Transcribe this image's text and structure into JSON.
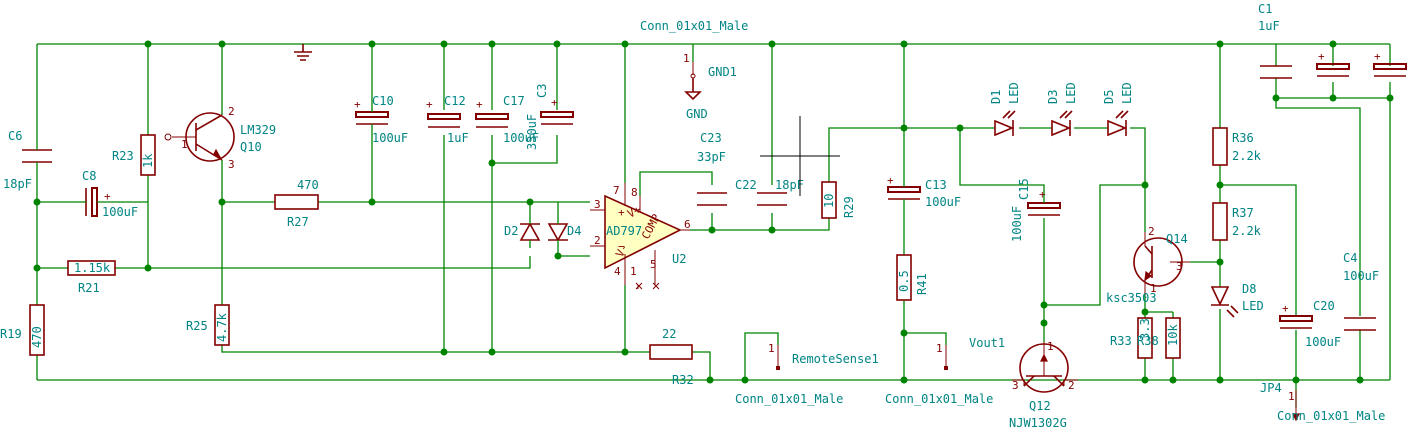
{
  "labels": {
    "conn_top": "Conn_01x01_Male",
    "gnd1": "GND1",
    "gnd": "GND",
    "c1_ref": "C1",
    "c1_val": "1uF",
    "c6_ref": "C6",
    "c6_val": "18pF",
    "c8_ref": "C8",
    "c8_val": "100uF",
    "r23_ref": "R23",
    "r23_val": "1k",
    "q10_ref": "Q10",
    "q10_val": "LM329",
    "r27_ref": "R27",
    "r27_val": "470",
    "c10_ref": "C10",
    "c10_val": "100uF",
    "c12_ref": "C12",
    "c12_val": "1uF",
    "c17_ref": "C17",
    "c17_val": "100uF",
    "c3_ref": "C3",
    "c3_val": "330uF",
    "d2_ref": "D2",
    "d4_ref": "D4",
    "u2_ref": "U2",
    "u2_val": "AD797",
    "c23_ref": "C23",
    "c23_val": "33pF",
    "c22_ref": "C22",
    "c22_val": "18pF",
    "r29_ref": "R29",
    "r29_val": "10",
    "c13_ref": "C13",
    "c13_val": "100uF",
    "r41_ref": "R41",
    "r41_val": "0.5",
    "d1_ref": "D1",
    "d3_ref": "D3",
    "d5_ref": "D5",
    "led": "LED",
    "c15_ref": "C15",
    "c15_val": "100uF",
    "q14_ref": "Q14",
    "q14_val": "ksc3503",
    "r36_ref": "R36",
    "r36_val": "2.2k",
    "r37_ref": "R37",
    "r37_val": "2.2k",
    "d8_ref": "D8",
    "d8_val": "LED",
    "c4_ref": "C4",
    "c4_val": "100uF",
    "c20_ref": "C20",
    "c20_val": "100uF",
    "r21_ref": "R21",
    "r21_val": "1.15k",
    "r19_ref": "R19",
    "r19_val": "470",
    "r25_ref": "R25",
    "r25_val": "4.7k",
    "r32_ref": "R32",
    "r32_val": "22",
    "remotesense": "RemoteSense1",
    "conn_rs": "Conn_01x01_Male",
    "vout": "Vout1",
    "conn_vout": "Conn_01x01_Male",
    "q12_ref": "Q12",
    "q12_val": "NJW1302G",
    "r33_ref": "R33",
    "r33_val": "3.3",
    "r38_ref": "R38",
    "r38_val": "10k",
    "jp4_ref": "JP4",
    "conn_jp4": "Conn_01x01_Male"
  },
  "pins": {
    "q10_1": "1",
    "q10_2": "2",
    "q10_3": "3",
    "u2_1": "1",
    "u2_2": "2",
    "u2_3": "3",
    "u2_4": "4",
    "u2_5": "5",
    "u2_6": "6",
    "u2_7": "7",
    "u2_8": "8",
    "gnd_1": "1",
    "rs_1": "1",
    "vout_1": "1",
    "jp4_1": "1",
    "q12_1": "1",
    "q12_2": "2",
    "q12_3": "3",
    "q14_1": "1",
    "q14_2": "2",
    "q14_3": "3",
    "u2_vplus": "V+",
    "u2_vminus": "V-",
    "u2_plus": "+",
    "u2_minus": "−",
    "u2_comp": "COMP"
  }
}
